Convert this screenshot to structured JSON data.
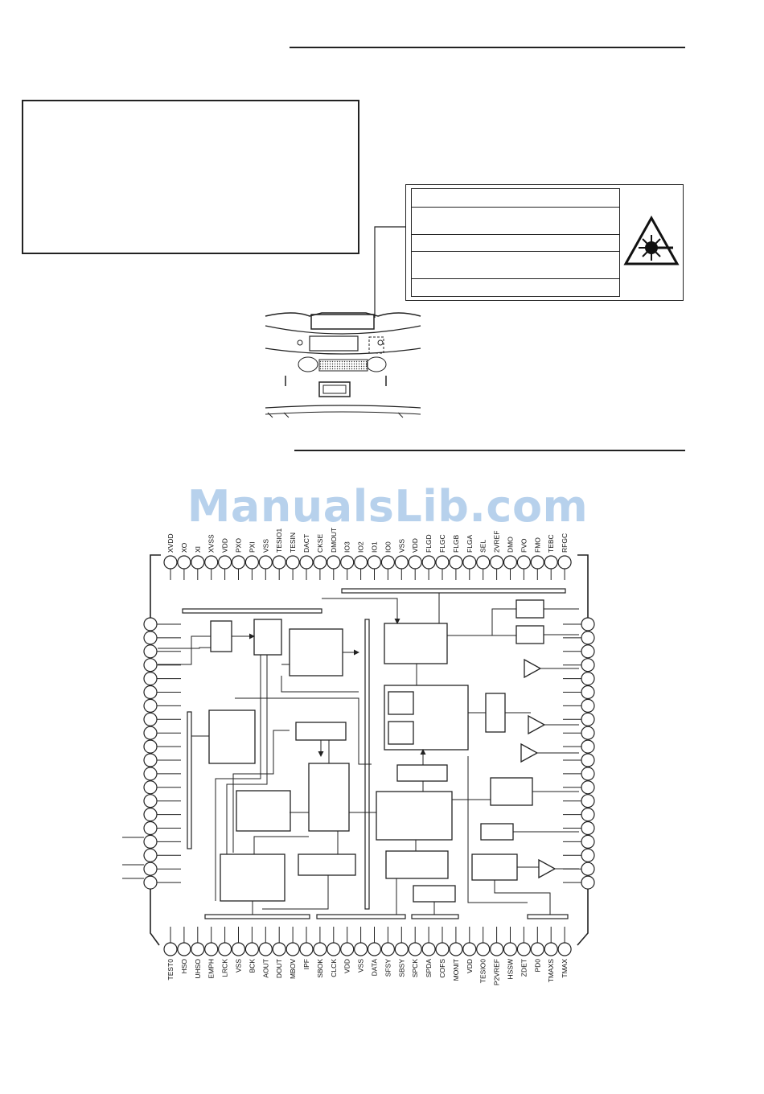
{
  "watermark": "ManualsLib.com",
  "warning_icon": "laser-radiation-hazard-icon",
  "pins_top": [
    "XVDD",
    "XO",
    "XI",
    "XVSS",
    "VDD",
    "PXO",
    "PXI",
    "VSS",
    "TESIO1",
    "TESIN",
    "DACT",
    "CKSE",
    "DMOUT",
    "IO3",
    "IO2",
    "IO1",
    "IO0",
    "VSS",
    "VDD",
    "FLGD",
    "FLGC",
    "FLGB",
    "FLGA",
    "SEL",
    "2VREF",
    "DMO",
    "FVO",
    "FMO",
    "TEBC",
    "RFGC"
  ],
  "pins_bottom": [
    "TEST0",
    "HSO",
    "UHSO",
    "EMPH",
    "LRCK",
    "VSS",
    "BCK",
    "AOUT",
    "DOUT",
    "MBOV",
    "IPF",
    "SBOK",
    "CLCK",
    "VDD",
    "VSS",
    "DATA",
    "SFSY",
    "SBSY",
    "SPCK",
    "SPDA",
    "COFS",
    "MONIT",
    "VDD",
    "TESIO0",
    "P2VREF",
    "HSSW",
    "ZDET",
    "PD0",
    "TMAXS",
    "TMAX"
  ]
}
